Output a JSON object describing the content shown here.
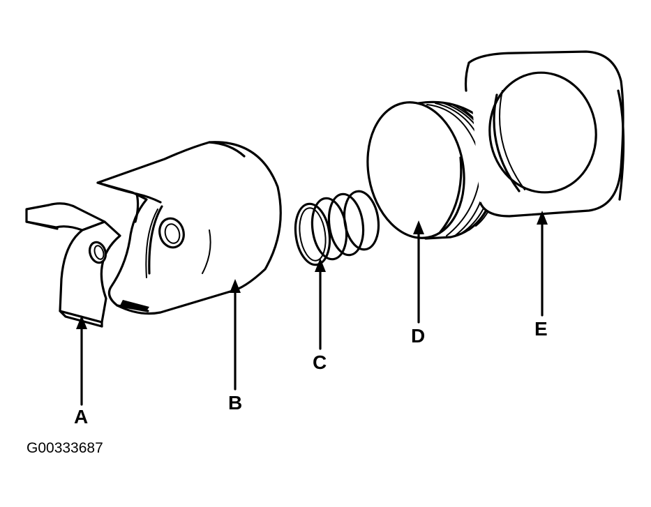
{
  "labels": {
    "a": "A",
    "b": "B",
    "c": "C",
    "d": "D",
    "e": "E"
  },
  "figure_id": "G00333687"
}
